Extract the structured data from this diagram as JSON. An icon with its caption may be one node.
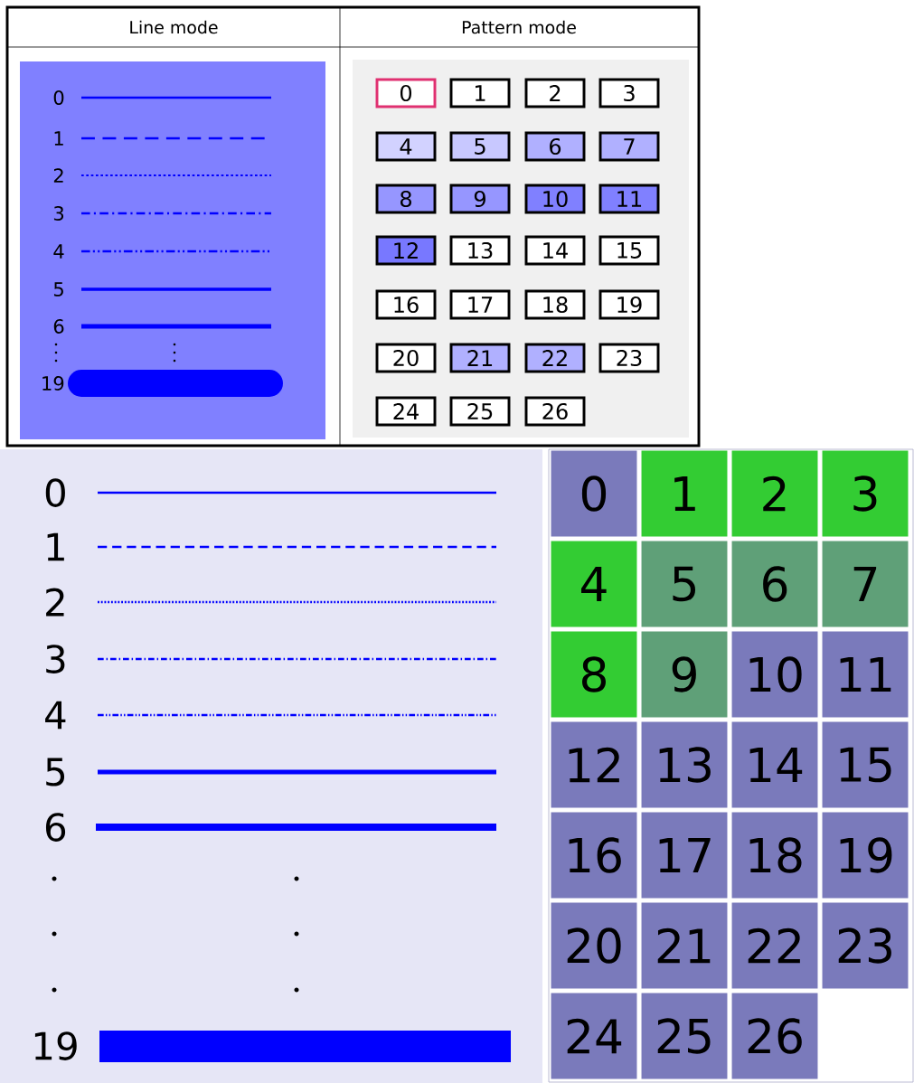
{
  "diagram": {
    "nodes": [
      {
        "text": [
          "0"
        ]
      },
      {
        "text": [
          "1"
        ]
      },
      {
        "text": [
          "2"
        ]
      },
      {
        "text": [
          "3"
        ]
      },
      {
        "text": [
          "4"
        ]
      },
      {
        "text": [
          "5"
        ]
      },
      {
        "text": [
          "6"
        ]
      },
      {
        "text": [
          "7"
        ]
      },
      {
        "text": [
          "8"
        ]
      },
      {
        "text": [
          "9"
        ]
      },
      {
        "text": [
          "10"
        ]
      },
      {
        "text": [
          "11"
        ]
      },
      {
        "text": [
          "12"
        ]
      },
      {
        "text": [
          "13"
        ]
      },
      {
        "text": [
          "14"
        ]
      },
      {
        "text": [
          "15"
        ]
      },
      {
        "text": [
          "16"
        ]
      },
      {
        "text": [
          "17"
        ]
      },
      {
        "text": [
          "18"
        ]
      },
      {
        "text": [
          "19"
        ]
      },
      {
        "text": [
          "20"
        ]
      },
      {
        "text": [
          "21"
        ]
      },
      {
        "text": [
          "22"
        ]
      },
      {
        "text": [
          "23"
        ]
      },
      {
        "text": [
          "24"
        ]
      },
      {
        "text": [
          "25"
        ]
      },
      {
        "text": [
          "26"
        ]
      },
      {
        "text": [
          "0"
        ]
      },
      {
        "text": [
          "1"
        ]
      },
      {
        "text": [
          "2"
        ]
      },
      {
        "text": [
          "3"
        ]
      },
      {
        "text": [
          "4"
        ]
      },
      {
        "text": [
          "5"
        ]
      },
      {
        "text": [
          "6"
        ]
      },
      {
        "text": [
          "7"
        ]
      },
      {
        "text": [
          "8"
        ]
      },
      {
        "text": [
          "9"
        ]
      },
      {
        "text": [
          "10"
        ]
      },
      {
        "text": [
          "11"
        ]
      },
      {
        "text": [
          "12"
        ]
      },
      {
        "text": [
          "13"
        ]
      },
      {
        "text": [
          "14"
        ]
      },
      {
        "text": [
          "15"
        ]
      },
      {
        "text": [
          "16"
        ]
      },
      {
        "text": [
          "17"
        ]
      },
      {
        "text": [
          "18"
        ]
      },
      {
        "text": [
          "19"
        ]
      },
      {
        "text": [
          "20"
        ]
      },
      {
        "text": [
          "21"
        ]
      },
      {
        "text": [
          "22"
        ]
      },
      {
        "text": [
          "23"
        ]
      },
      {
        "text": [
          "24"
        ]
      },
      {
        "text": [
          "25"
        ]
      },
      {
        "text": [
          "26"
        ]
      }
    ],
    "labels": [
      "Line mode",
      "Pattern mode",
      "0",
      "1",
      "2",
      "3",
      "4",
      "5",
      "6",
      "19",
      "0",
      "1",
      "2",
      "3",
      "4",
      "5",
      "6",
      "19"
    ]
  }
}
